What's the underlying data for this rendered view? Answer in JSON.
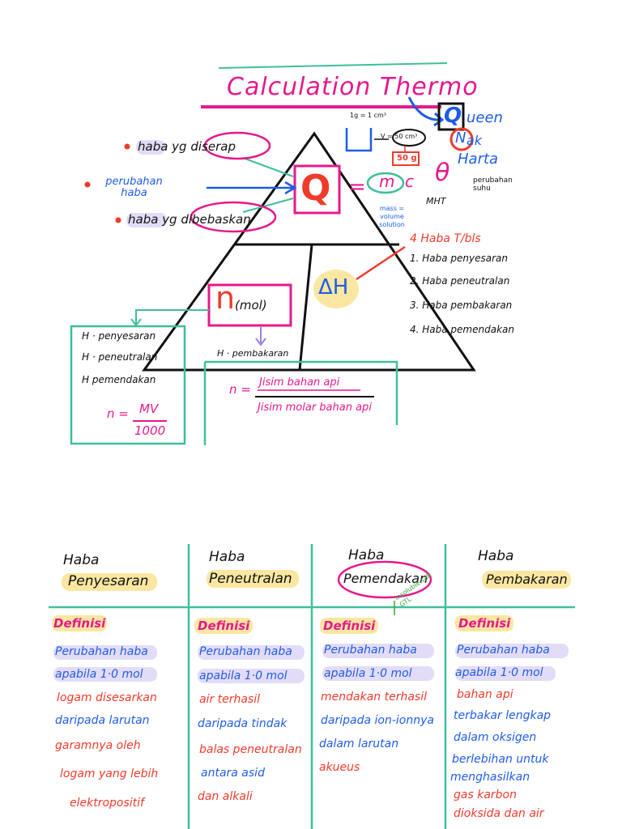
{
  "title": "Calculation Thermo",
  "mnemonic": {
    "q": "Q",
    "ueen": "ueen",
    "n": "N",
    "ak": "ak",
    "harta": "Harta"
  },
  "beaker": {
    "note": "1g = 1 cm³",
    "v": "V = 50 cm³",
    "g": "50 g"
  },
  "left_notes": {
    "absorbed": "haba yg diserap",
    "change": "perubahan haba",
    "released": "haba yg dibebaskan"
  },
  "formula": {
    "Q": "Q",
    "eq": "=",
    "m": "m",
    "c": "c",
    "theta": "θ",
    "theta_note": "perubahan suhu",
    "mht": "MHT",
    "mass_note": "mass = volume solution"
  },
  "haba_list": {
    "heading": "4 Haba T/bls",
    "items": [
      "1. Haba penyesaran",
      "2. Haba peneutralan",
      "3. Haba pembakaran",
      "4. Haba pemendakan"
    ]
  },
  "triangle": {
    "n": "n",
    "mol": "(mol)",
    "dh": "ΔH"
  },
  "left_box": {
    "lines": [
      "H · penyesaran",
      "H · peneutralan",
      "H pemendakan"
    ],
    "formula_lhs": "n =",
    "formula_num": "MV",
    "formula_den": "1000"
  },
  "center_box": {
    "label": "H · pembakaran",
    "lhs": "n =",
    "num": "Jisim bahan api",
    "den": "Jisim molar bahan api"
  },
  "table": {
    "columns": [
      {
        "haba": "Haba",
        "name": "Penyesaran",
        "def_label": "Definisi",
        "lines": [
          "Perubahan haba",
          "apabila 1·0 mol",
          "logam disesarkan",
          "daripada larutan",
          "garamnya oleh",
          "logam yang lebih",
          "elektropositif"
        ]
      },
      {
        "haba": "Haba",
        "name": "Peneutralan",
        "def_label": "Definisi",
        "lines": [
          "Perubahan haba",
          "apabila 1·0 mol",
          "air terhasil",
          "daripada tindak",
          "balas peneutralan",
          "antara asid",
          "dan alkali"
        ]
      },
      {
        "haba": "Haba",
        "name": "Pemendakan",
        "def_label": "Definisi",
        "note": "insoluble salt GTL",
        "lines": [
          "Perubahan haba",
          "apabila 1·0 mol",
          "mendakan terhasil",
          "daripada ion-ionnya",
          "dalam larutan",
          "akueus"
        ]
      },
      {
        "haba": "Haba",
        "name": "Pembakaran",
        "def_label": "Definisi",
        "lines": [
          "Perubahan haba",
          "apabila 1·0 mol",
          "bahan api",
          "terbakar lengkap",
          "dalam oksigen",
          "berlebihan untuk",
          "menghasilkan",
          "gas karbon",
          "dioksida dan air"
        ]
      }
    ]
  },
  "colors": {
    "magenta": "#e6198c",
    "red": "#ee3b2b",
    "blue": "#1f5ce6",
    "teal": "#3fbf9a",
    "yellow": "#fbe7a1",
    "lavender": "#e3dcf7",
    "black": "#111111",
    "green": "#3aa63a"
  }
}
